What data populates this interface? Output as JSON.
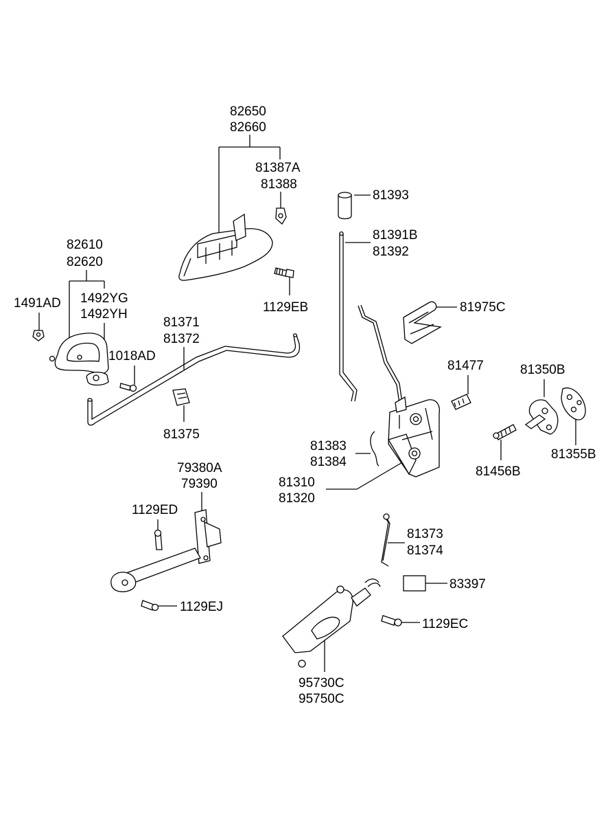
{
  "parts": {
    "p82650": [
      "82650",
      "82660"
    ],
    "p81387A": [
      "81387A",
      "81388"
    ],
    "p81393": [
      "81393"
    ],
    "p81391B": [
      "81391B",
      "81392"
    ],
    "p82610": [
      "82610",
      "82620"
    ],
    "p1491AD": [
      "1491AD"
    ],
    "p1492YG": [
      "1492YG",
      "1492YH"
    ],
    "p81371": [
      "81371",
      "81372"
    ],
    "p1018AD": [
      "1018AD"
    ],
    "p1129EB": [
      "1129EB"
    ],
    "p81975C": [
      "81975C"
    ],
    "p81477": [
      "81477"
    ],
    "p81350B": [
      "81350B"
    ],
    "p81375": [
      "81375"
    ],
    "p81383": [
      "81383",
      "81384"
    ],
    "p81310": [
      "81310",
      "81320"
    ],
    "p81456B": [
      "81456B"
    ],
    "p81355B": [
      "81355B"
    ],
    "p79380A": [
      "79380A",
      "79390"
    ],
    "p1129ED": [
      "1129ED"
    ],
    "p81373": [
      "81373",
      "81374"
    ],
    "p83397": [
      "83397"
    ],
    "p1129EJ": [
      "1129EJ"
    ],
    "p1129EC": [
      "1129EC"
    ],
    "p95730C": [
      "95730C",
      "95750C"
    ]
  }
}
